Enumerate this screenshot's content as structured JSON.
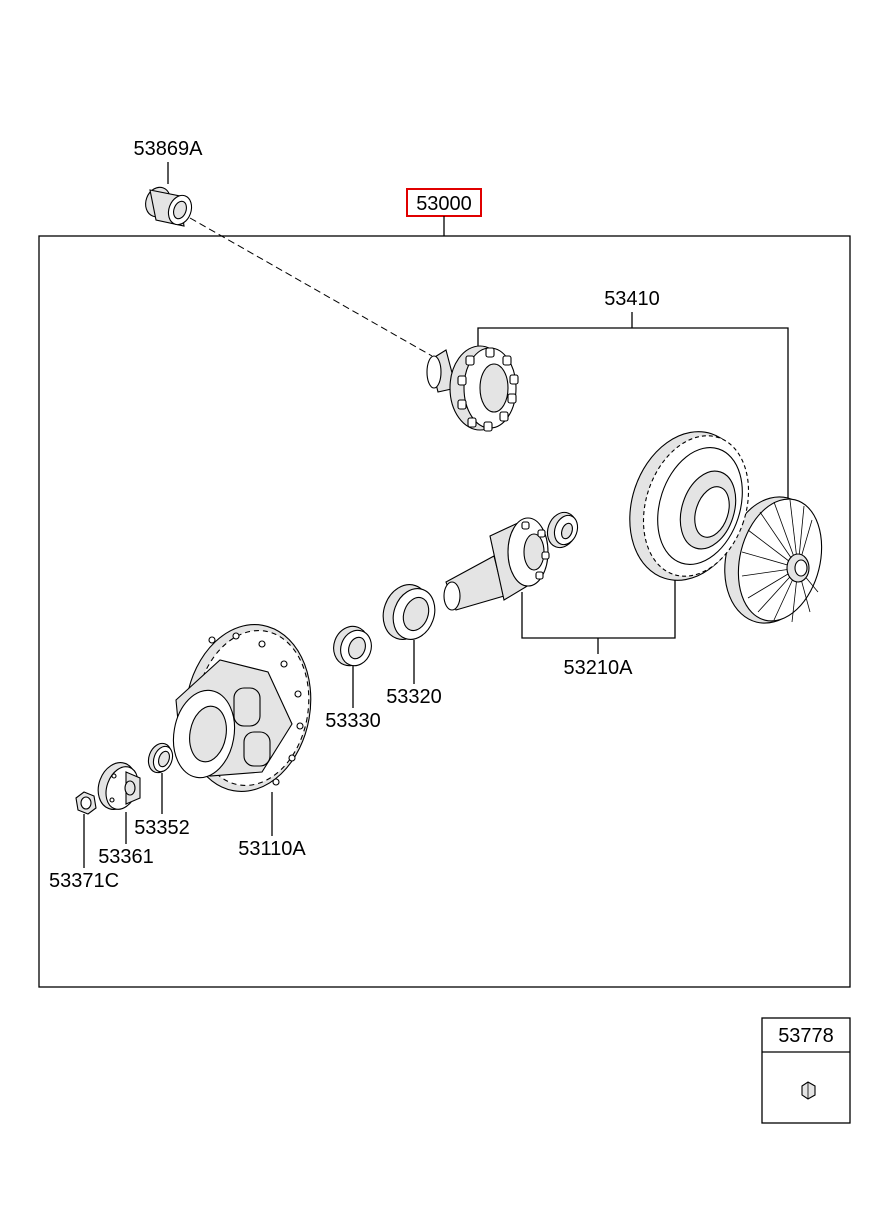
{
  "diagram": {
    "assembly_label": "53000",
    "highlight_color": "#e00000",
    "parts": {
      "p53869A": "53869A",
      "p53410": "53410",
      "p53210A": "53210A",
      "p53320": "53320",
      "p53330": "53330",
      "p53110A": "53110A",
      "p53352": "53352",
      "p53361": "53361",
      "p53371C": "53371C"
    },
    "separate_part": {
      "label": "53778"
    }
  }
}
